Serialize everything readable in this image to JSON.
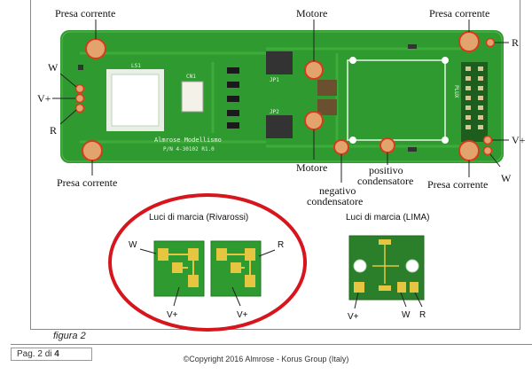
{
  "labels": {
    "presa_tl": "Presa corrente",
    "presa_tr": "Presa corrente",
    "presa_bl": "Presa corrente",
    "presa_br": "Presa corrente",
    "motore_top": "Motore",
    "motore_bottom": "Motore",
    "w_left": "W",
    "vplus_left": "V+",
    "r_left": "R",
    "r_right": "R",
    "vplus_right": "V+",
    "w_right": "W",
    "positivo_1": "positivo",
    "positivo_2": "condensatore",
    "negativo_1": "negativo",
    "negativo_2": "condensatore"
  },
  "board": {
    "title": "Almrose Modellismo",
    "part": "P/N 4-30102 R1.0",
    "ls1": "LS1",
    "cn1": "CN1",
    "jp1": "JP1",
    "jp2": "JP2",
    "plux": "PLUX"
  },
  "rivarossi": {
    "title": "Luci di marcia (Rivarossi)",
    "w": "W",
    "r": "R",
    "vplus_a": "V+",
    "vplus_b": "V+"
  },
  "lima": {
    "title": "Luci di marcia (LIMA)",
    "vplus": "V+",
    "w": "W",
    "r": "R"
  },
  "figure_caption": "figura 2",
  "page": {
    "label": "Pag.",
    "current": "2",
    "of": "di",
    "total": "4"
  },
  "copyright": "©Copyright 2016 Almrose - Korus Group (Italy)",
  "colors": {
    "pcb": "#2f9a2f",
    "pcb_dark": "#1f7a22",
    "pad": "#e3a36c",
    "highlight": "#d63a1c",
    "lima_pcb": "#2b7f2b"
  }
}
